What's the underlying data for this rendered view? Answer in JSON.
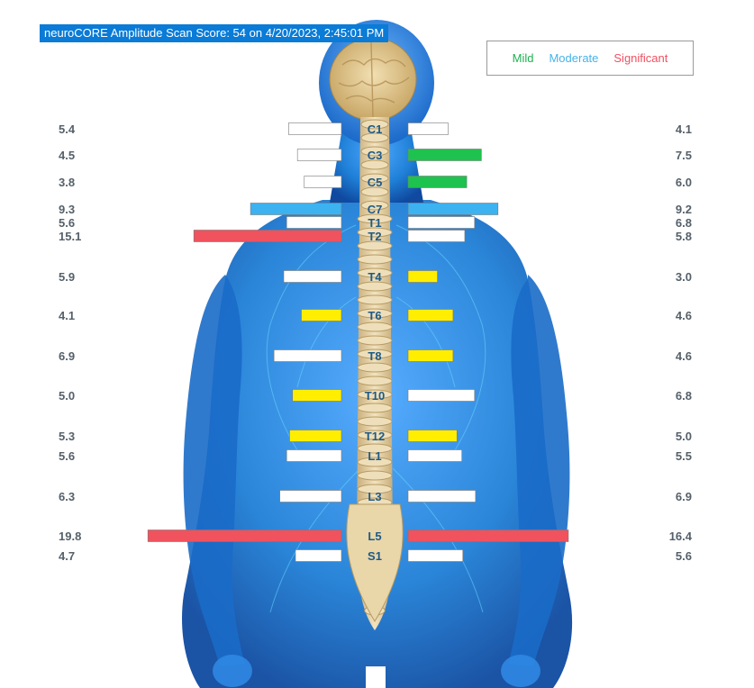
{
  "header": {
    "title": "neuroCORE Amplitude Scan Score: 54 on 4/20/2023, 2:45:01 PM"
  },
  "legend": {
    "mild": "Mild",
    "moderate": "Moderate",
    "significant": "Significant"
  },
  "colors": {
    "mild": "#1ec24e",
    "moderate": "#3cb2f0",
    "significant": "#f0525e",
    "low": "#ffee00",
    "normal": "#ffffff",
    "title_bg": "#0a7bd6",
    "body": "#1f7fd6",
    "spine": "#eddcb6",
    "vertebra_label": "#1e5a86"
  },
  "chart_data": {
    "type": "bar",
    "categories": [
      "C1",
      "C3",
      "C5",
      "C7",
      "T1",
      "T2",
      "T4",
      "T6",
      "T8",
      "T10",
      "T12",
      "L1",
      "L3",
      "L5",
      "S1"
    ],
    "series": [
      {
        "name": "left",
        "values": [
          5.4,
          4.5,
          3.8,
          9.3,
          5.6,
          15.1,
          5.9,
          4.1,
          6.9,
          5.0,
          5.3,
          5.6,
          6.3,
          19.8,
          4.7
        ],
        "status": [
          "normal",
          "normal",
          "normal",
          "moderate",
          "normal",
          "significant",
          "normal",
          "low",
          "normal",
          "low",
          "low",
          "normal",
          "normal",
          "significant",
          "normal"
        ]
      },
      {
        "name": "right",
        "values": [
          4.1,
          7.5,
          6.0,
          9.2,
          6.8,
          5.8,
          3.0,
          4.6,
          4.6,
          6.8,
          5.0,
          5.5,
          6.9,
          16.4,
          5.6
        ],
        "status": [
          "normal",
          "mild",
          "mild",
          "moderate",
          "normal",
          "normal",
          "low",
          "low",
          "low",
          "normal",
          "low",
          "normal",
          "normal",
          "significant",
          "normal"
        ]
      }
    ],
    "orientation": "horizontal-butterfly",
    "xlim": [
      0,
      20
    ],
    "grid": false
  }
}
